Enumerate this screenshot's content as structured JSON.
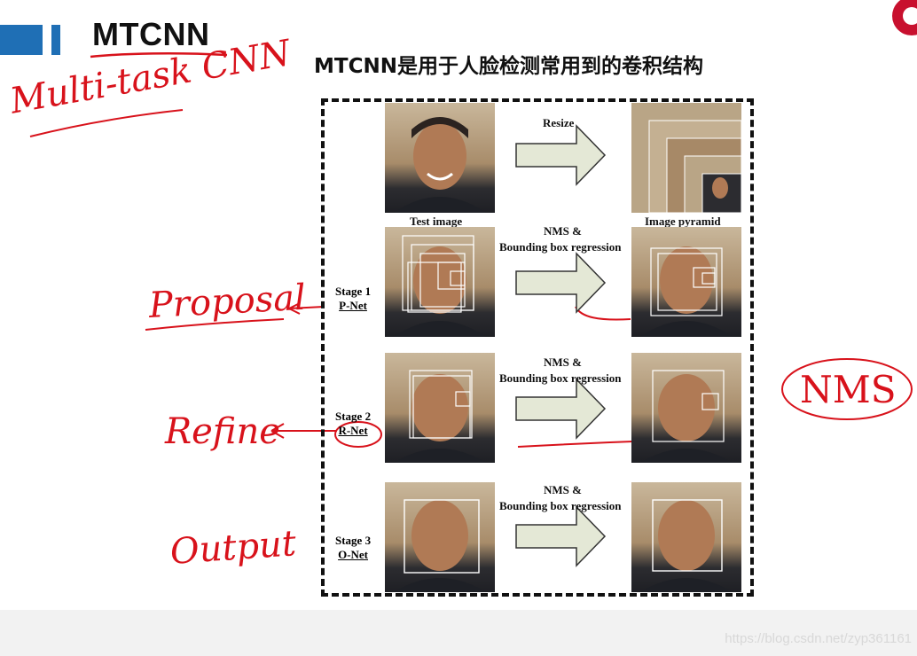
{
  "slide": {
    "title": "MTCNN",
    "subtitle": "MTCNN是用于人脸检测常用到的卷积结构"
  },
  "annotations": {
    "multitask": "Multi-task CNN",
    "proposal": "Proposal",
    "refine": "Refine",
    "output": "Output",
    "nms": "NMS"
  },
  "diagram": {
    "resize_label": "Resize",
    "test_image_label": "Test image",
    "pyramid_label": "Image pyramid",
    "nms_label": "NMS &",
    "bbox_label": "Bounding box regression",
    "stages": [
      {
        "stage": "Stage 1",
        "net": "P-Net"
      },
      {
        "stage": "Stage 2",
        "net": "R-Net"
      },
      {
        "stage": "Stage 3",
        "net": "O-Net"
      }
    ]
  },
  "footer": {
    "watermark": "https://blog.csdn.net/zyp361161"
  },
  "colors": {
    "accent": "#1f6fb5",
    "ink": "#d8121b",
    "arrow_fill": "#e4e8d6"
  }
}
